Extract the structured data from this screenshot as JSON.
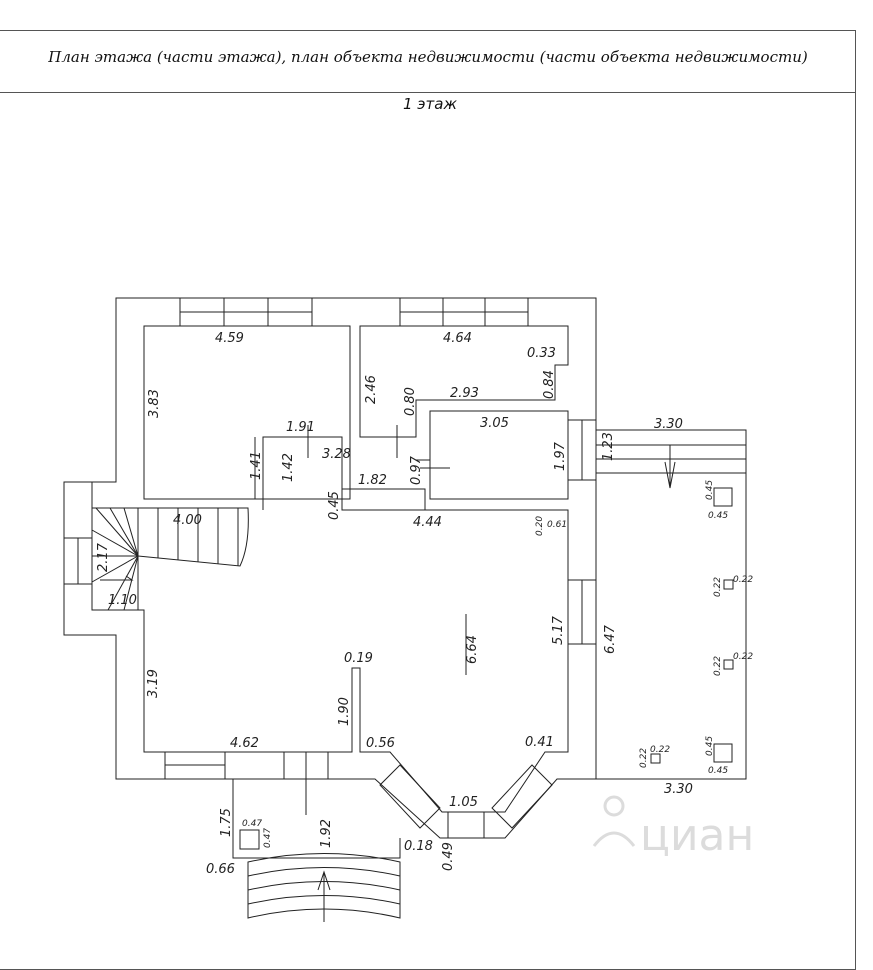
{
  "header": {
    "title": "План этажа (части этажа), план объекта недвижимости (части объекта недвижимости)"
  },
  "floor": {
    "label": "1 этаж"
  },
  "watermark": {
    "brand": "циан"
  },
  "colors": {
    "line": "#222222",
    "frame": "#555555",
    "watermark": "#dcdcdc"
  },
  "dimensions": {
    "d_4_59": "4.59",
    "d_3_83": "3.83",
    "d_1_91": "1.91",
    "d_1_41": "1.41",
    "d_1_42": "1.42",
    "d_3_28": "3.28",
    "d_4_64": "4.64",
    "d_0_33": "0.33",
    "d_0_84": "0.84",
    "d_2_46": "2.46",
    "d_0_80": "0.80",
    "d_2_93": "2.93",
    "d_3_05": "3.05",
    "d_0_97": "0.97",
    "d_1_97": "1.97",
    "d_1_82": "1.82",
    "d_0_45": "0.45",
    "d_4_44": "4.44",
    "d_0_20": "0.20",
    "d_0_61": "0.61",
    "d_4_00": "4.00",
    "d_2_17": "2.17",
    "d_1_10": "1.10",
    "d_3_19": "3.19",
    "d_6_64": "6.64",
    "d_0_19": "0.19",
    "d_1_90": "1.90",
    "d_5_17": "5.17",
    "d_6_47": "6.47",
    "d_4_62": "4.62",
    "d_0_56": "0.56",
    "d_0_41": "0.41",
    "d_1_05": "1.05",
    "d_1_75": "1.75",
    "d_1_92": "1.92",
    "d_0_18": "0.18",
    "d_0_49": "0.49",
    "d_0_66": "0.66",
    "d_3_30_top": "3.30",
    "d_1_23": "1.23",
    "d_3_30_bottom": "3.30",
    "col_a_1": "0.45",
    "col_a_2": "0.45",
    "col_b_1": "0.22",
    "col_b_2": "0.22",
    "col_c_1": "0.22",
    "col_c_2": "0.22",
    "col_d_1": "0.22",
    "col_d_2": "0.22",
    "col_e_1": "0.45",
    "col_e_2": "0.45",
    "col_f_1": "0.47",
    "col_f_2": "0.47"
  }
}
